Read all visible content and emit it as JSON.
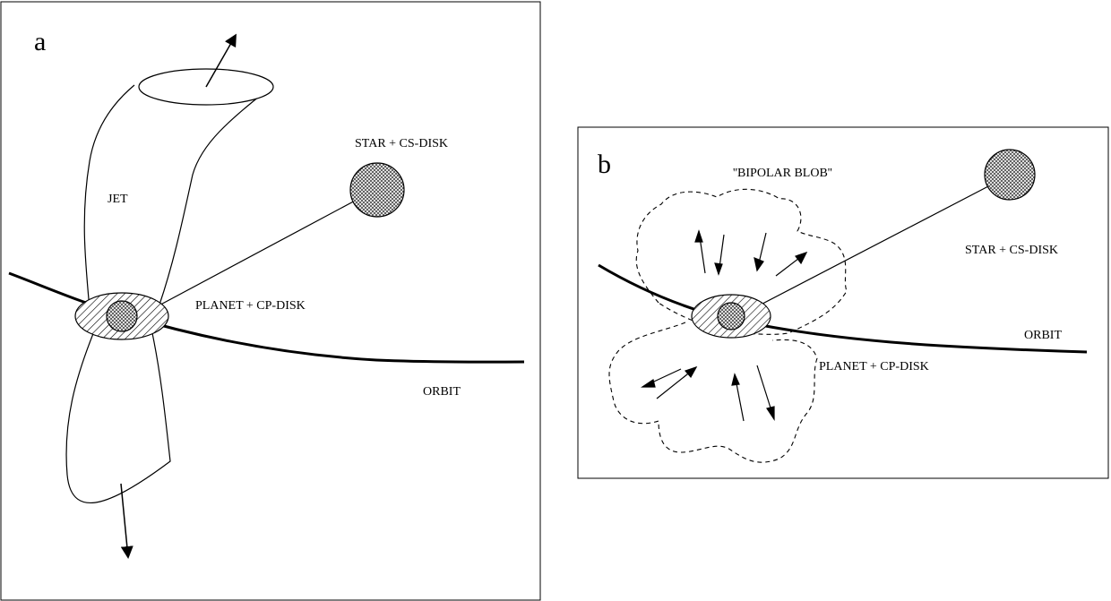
{
  "panel_a": {
    "letter": "a",
    "jet_label": "JET",
    "star_label": "STAR + CS-DISK",
    "planet_label": "PLANET +  CP-DISK",
    "orbit_label": "ORBIT"
  },
  "panel_b": {
    "letter": "b",
    "blob_label": "''BIPOLAR BLOB''",
    "star_label": "STAR + CS-DISK",
    "planet_label": "PLANET +  CP-DISK",
    "orbit_label": "ORBIT"
  }
}
